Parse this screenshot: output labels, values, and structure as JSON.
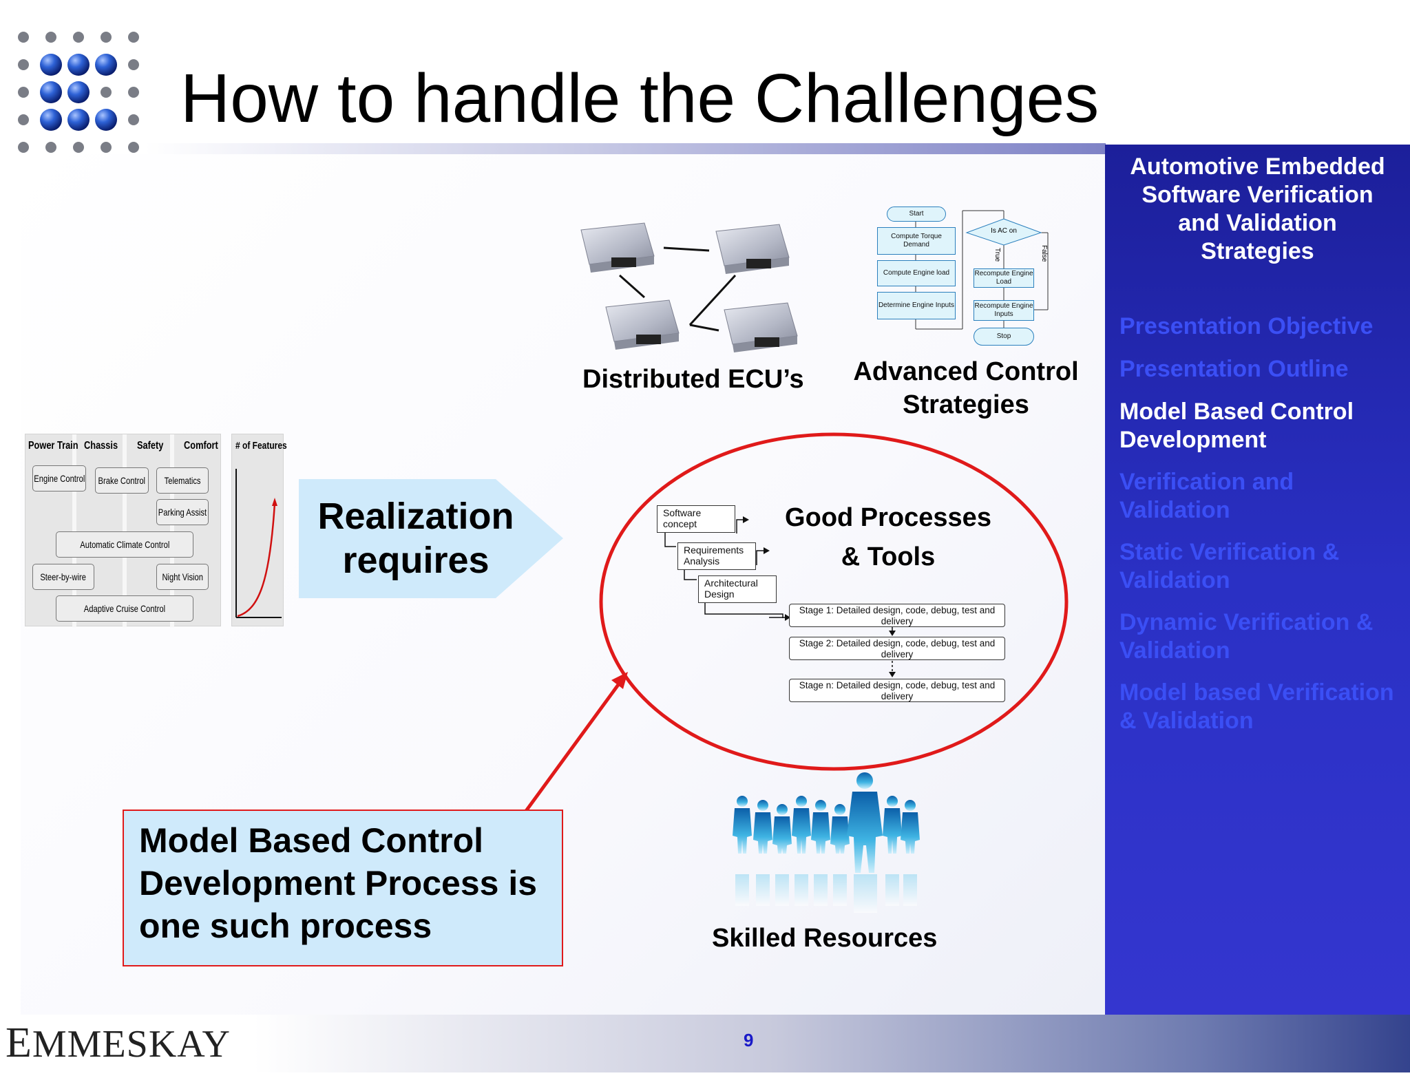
{
  "slide": {
    "title": "How to handle the Challenges",
    "page_number": "9",
    "brand": {
      "initial": "E",
      "rest": "MMESKAY"
    }
  },
  "sidebar": {
    "heading_lines": [
      "Automotive Embedded",
      "Software Verification",
      "and Validation",
      "Strategies"
    ],
    "items": [
      {
        "label": "Presentation Objective",
        "active": false
      },
      {
        "label": "Presentation Outline",
        "active": false
      },
      {
        "label": "Model Based Control Development",
        "active": true
      },
      {
        "label": "Verification and Validation",
        "active": false
      },
      {
        "label": "Static Verification & Validation",
        "active": false
      },
      {
        "label": "Dynamic Verification & Validation",
        "active": false
      },
      {
        "label": "Model based Verification & Validation",
        "active": false
      }
    ],
    "colors": {
      "background": "#2a30c4",
      "inactive_text": "#3b4ff5",
      "active_text": "#ffffff"
    }
  },
  "feature_table": {
    "headers": [
      "Power Train",
      "Chassis",
      "Safety",
      "Comfort"
    ],
    "graph_header": "# of Features",
    "boxes": [
      "Engine Control",
      "Brake Control",
      "Telematics",
      "Parking Assist",
      "Automatic Climate Control",
      "Steer-by-wire",
      "Night Vision",
      "Adaptive Cruise Control"
    ]
  },
  "realization": {
    "line1": "Realization",
    "line2": "requires"
  },
  "ecu": {
    "label": "Distributed ECU’s"
  },
  "control": {
    "label_line1": "Advanced Control",
    "label_line2": "Strategies",
    "flowchart": {
      "start": "Start",
      "torque": "Compute Torque Demand",
      "engine_load": "Compute Engine load",
      "engine_inputs": "Determine Engine Inputs",
      "decision": "Is AC on",
      "true_label": "True",
      "false_label": "False",
      "recompute_load": "Recompute Engine Load",
      "recompute_inputs": "Recompute Engine Inputs",
      "stop": "Stop"
    }
  },
  "processes": {
    "title_line1": "Good Processes",
    "title_line2": "& Tools",
    "steps": [
      "Software concept",
      "Requirements Analysis",
      "Architectural Design"
    ],
    "stages": [
      "Stage 1: Detailed design, code, debug, test and delivery",
      "Stage 2: Detailed design, code, debug, test and delivery",
      "Stage n: Detailed design, code, debug, test and delivery"
    ],
    "ellipse_color": "#e01a1a"
  },
  "callout": {
    "line1": "Model Based Control",
    "line2": "Development Process is",
    "line3": "one such process"
  },
  "resources": {
    "label": "Skilled Resources"
  }
}
